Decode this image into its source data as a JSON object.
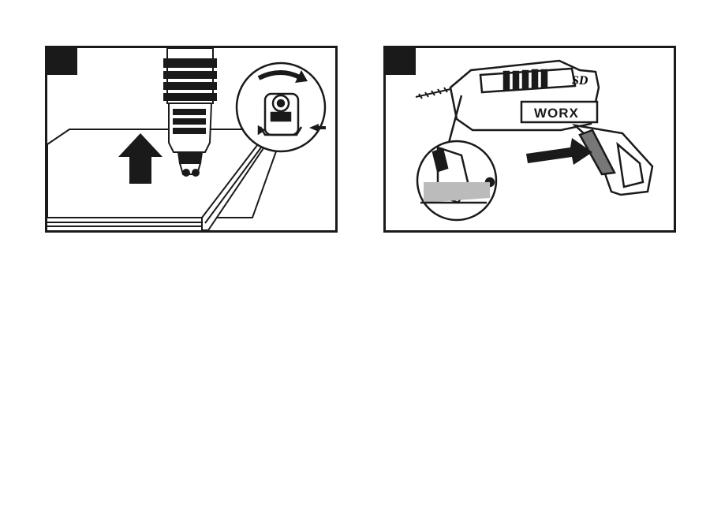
{
  "panels": [
    {
      "id": "left"
    },
    {
      "id": "right",
      "brand_label": "WORX",
      "model_label": "SD"
    }
  ]
}
